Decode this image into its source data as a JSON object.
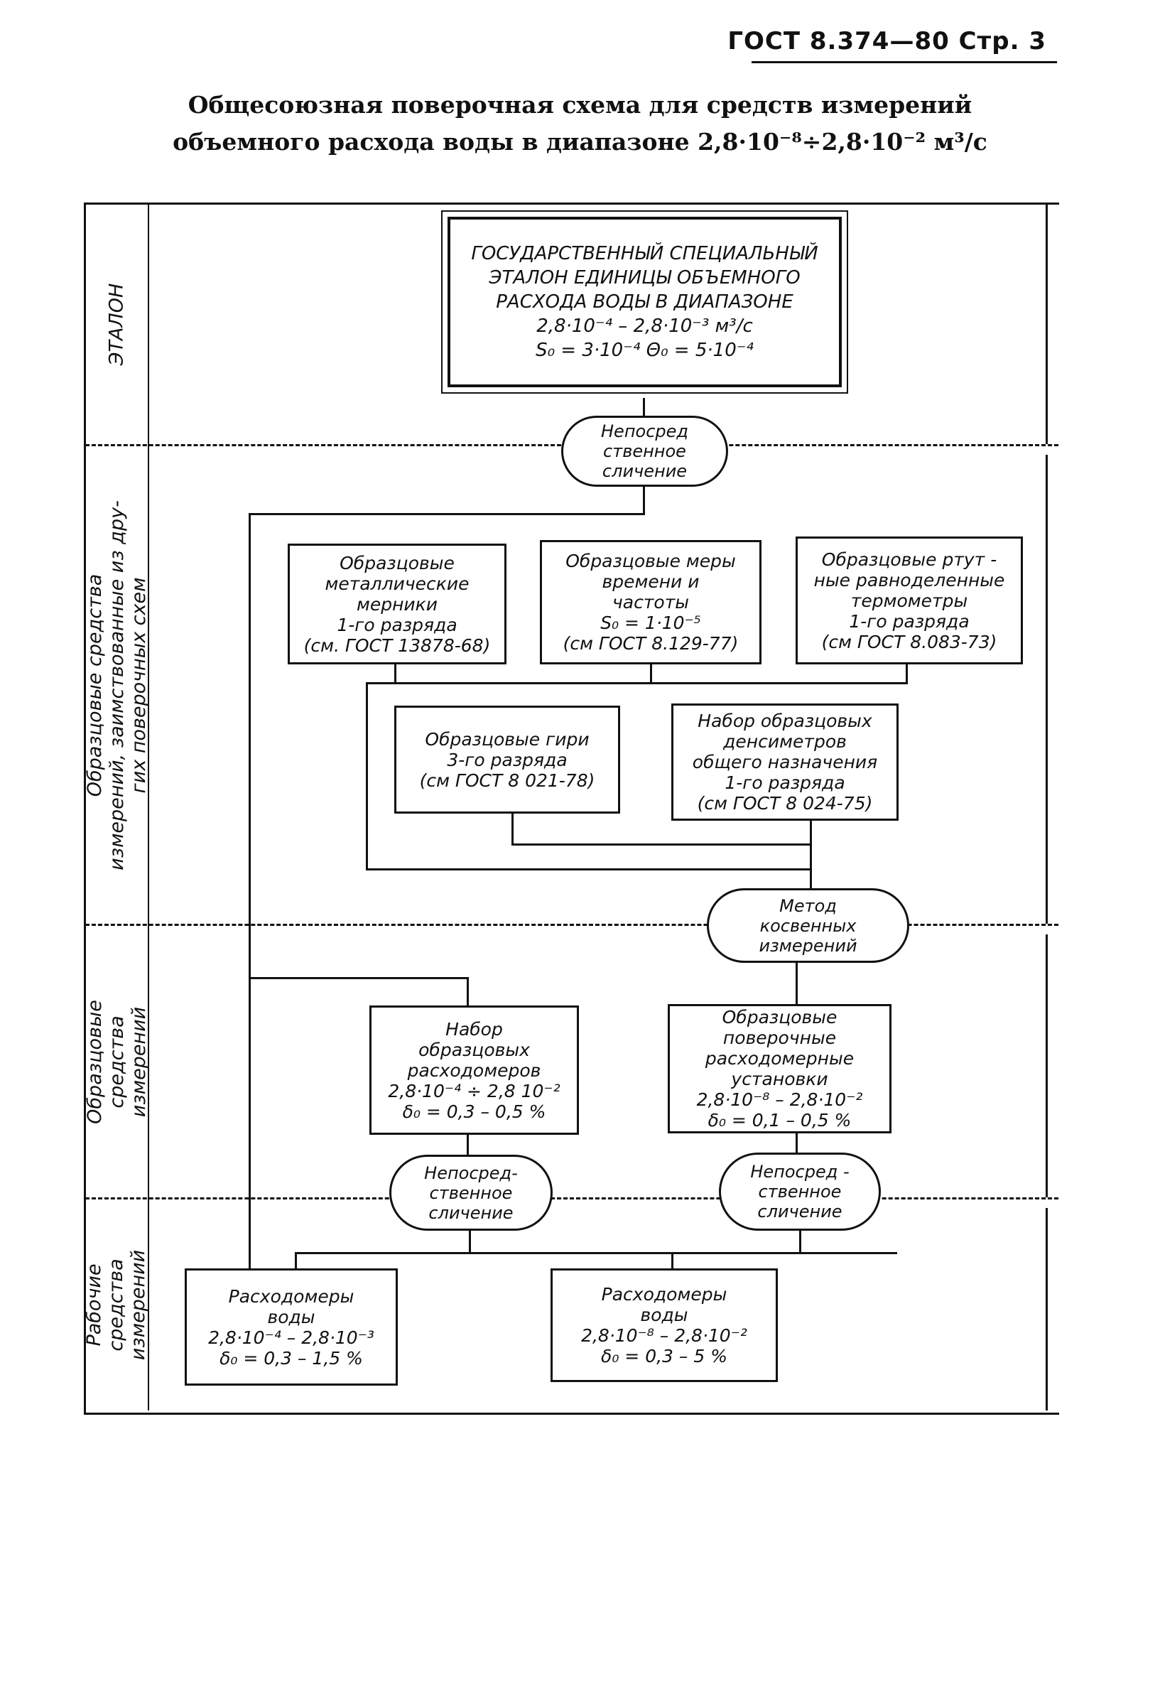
{
  "header": {
    "text": "ГОСТ  8.374—80  Стр. 3"
  },
  "title": {
    "line1": "Общесоюзная поверочная схема для средств измерений",
    "line2": "объемного расхода воды в диапазоне 2,8·10⁻⁸÷2,8·10⁻² м³/с"
  },
  "sections": {
    "etalon": "ЭТАЛОН",
    "borrowed": "Образцовые средства\nизмерений, заимствованные из дру-\nгих поверочных схем",
    "reference": "Образцовые\nсредства\nизмерений",
    "working": "Рабочие\nсредства\nизмерений"
  },
  "etalon_box": {
    "lines": [
      "ГОСУДАРСТВЕННЫЙ СПЕЦИАЛЬНЫЙ",
      "ЭТАЛОН ЕДИНИЦЫ ОБЪЕМНОГО",
      "РАСХОДА ВОДЫ В ДИАПАЗОНЕ",
      "2,8·10⁻⁴ – 2,8·10⁻³ м³/с",
      "S₀ = 3·10⁻⁴    Θ₀ = 5·10⁻⁴"
    ]
  },
  "oval_direct_1": {
    "lines": [
      "Непосред",
      "ственное",
      "сличение"
    ]
  },
  "boxes_top": [
    {
      "lines": [
        "Образцовые",
        "металлические",
        "мерники",
        "1-го разряда",
        "(см. ГОСТ 13878-68)"
      ]
    },
    {
      "lines": [
        "Образцовые меры",
        "времени и",
        "частоты",
        "S₀ = 1·10⁻⁵",
        "(см ГОСТ 8.129-77)"
      ]
    },
    {
      "lines": [
        "Образцовые ртут -",
        "ные равноделенные",
        "термометры",
        "1-го разряда",
        "(см ГОСТ 8.083-73)"
      ]
    }
  ],
  "boxes_mid": [
    {
      "lines": [
        "Образцовые гири",
        "3-го разряда",
        "(см ГОСТ 8 021-78)"
      ]
    },
    {
      "lines": [
        "Набор образцовых",
        "денсиметров",
        "общего назначения",
        "1-го разряда",
        "(см ГОСТ 8 024-75)"
      ]
    }
  ],
  "oval_indirect": {
    "lines": [
      "Метод",
      "косвенных",
      "измерений"
    ]
  },
  "boxes_ref": [
    {
      "lines": [
        "Набор",
        "образцовых",
        "расходомеров",
        "2,8·10⁻⁴ ÷ 2,8 10⁻²",
        "δ₀ = 0,3 – 0,5 %"
      ]
    },
    {
      "lines": [
        "Образцовые",
        "поверочные",
        "расходомерные",
        "установки",
        "2,8·10⁻⁸ – 2,8·10⁻²",
        "δ₀ = 0,1 – 0,5 %"
      ]
    }
  ],
  "ovals_direct_2": [
    {
      "lines": [
        "Непосред-",
        "ственное",
        "сличение"
      ]
    },
    {
      "lines": [
        "Непосред -",
        "ственное",
        "сличение"
      ]
    }
  ],
  "boxes_working": [
    {
      "lines": [
        "Расходомеры",
        "воды",
        "2,8·10⁻⁴ – 2,8·10⁻³",
        "δ₀ = 0,3 – 1,5 %"
      ]
    },
    {
      "lines": [
        "Расходомеры",
        "воды",
        "2,8·10⁻⁸ – 2,8·10⁻²",
        "δ₀ = 0,3 – 5 %"
      ]
    }
  ]
}
